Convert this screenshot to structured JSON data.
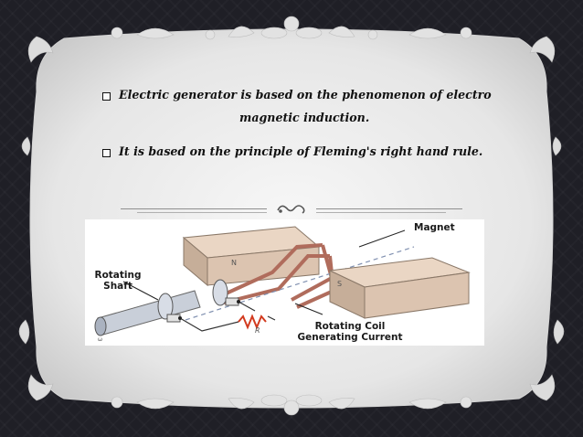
{
  "slide": {
    "bullets": [
      {
        "line1": "Electric generator is based on the phenomenon of electro",
        "line2": "magnetic induction."
      },
      {
        "line1": "It is based  on the principle of Fleming's  right hand rule."
      }
    ]
  },
  "diagram": {
    "labels": {
      "magnet": "Magnet",
      "rotating_shaft_1": "Rotating",
      "rotating_shaft_2": "Shaft",
      "coil_1": "Rotating Coil",
      "coil_2": "Generating Current",
      "north": "N",
      "south": "S",
      "resistor": "R"
    }
  },
  "colors": {
    "page_bg": "#1f1f26",
    "panel": "#e9e9e9",
    "text": "#111111",
    "magnet_block": "#d9c3b0",
    "coil": "#b06c5c",
    "resistor": "#d23a1e"
  }
}
